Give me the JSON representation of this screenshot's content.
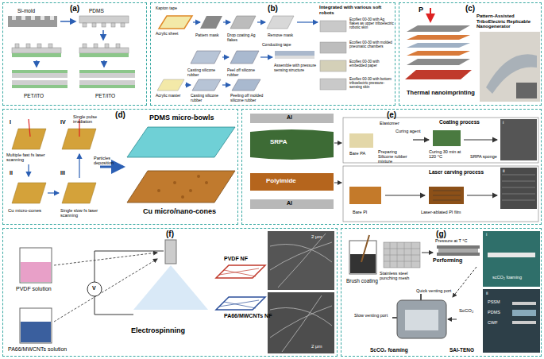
{
  "diagram": {
    "nodes": [
      {
        "text": [
          "(a)"
        ]
      },
      {
        "text": [
          "(b)"
        ]
      },
      {
        "text": [
          "(c)"
        ]
      },
      {
        "text": [
          "(d)"
        ]
      },
      {
        "text": [
          "(e)"
        ]
      },
      {
        "text": [
          "(f)"
        ]
      },
      {
        "text": [
          "(g)"
        ]
      }
    ],
    "labels": [
      "Si-mold",
      "PDMS",
      "PET/ITO",
      "PET/ITO",
      "Kapton tape",
      "Acrylic sheet",
      "Pattern mask",
      "Drop coating Ag flakes",
      "Remove mask",
      "Conducting tape",
      "Casting silicone rubber",
      "Peel off silicone rubber",
      "Assemble with pressure sensing structure",
      "Acrylic master",
      "Casting silicone rubber",
      "Peeling off molded silicone rubber",
      "Integrated with various soft robots",
      "Ecoflex 00-30 with Ag flakes as upper triboelectric robotic skin",
      "Ecoflex 00-30 with molded pneumatic chambers",
      "Ecoflex 00-30 with embedded paper",
      "Ecoflex 00-30 with bottom triboelectric pressure-sensing skin",
      "P",
      "Thermal nanoimprinting",
      "Pattern-Assisted TriboElectric Replicable Nanogenerator",
      "I",
      "Multiple fast fs laser scanning",
      "IV",
      "Single pulse irradiation",
      "Particles deposition",
      "II",
      "Cu micro-cones",
      "III",
      "Single slow fs laser scanning",
      "PDMS micro-bowls",
      "Cu micro/nano-cones",
      "Al",
      "SRPA",
      "Polyimide",
      "Al",
      "Elastomer",
      "Curing agent",
      "Coating process",
      "Bare PA",
      "Preparing Silicone rubber mixture",
      "Curing 30 min at 120 °C",
      "SRPA sponge",
      "i",
      "Laser carving process",
      "Bare PI",
      "Laser-ablated PI film",
      "ii",
      "PVDF solution",
      "PA66/MWCNTs solution",
      "V",
      "Electrospinning",
      "PVDF NF",
      "PA66/MWCNTs NF",
      "2 μm",
      "2 μm",
      "Brush coating",
      "Stainless steel punching mesh",
      "Performing",
      "Pressure at T °C",
      "Quick venting port",
      "Slow venting port",
      "ScCO₂",
      "ScCO₂ foaming",
      "SAI-TENG",
      "i",
      "scCO₂ foaming",
      "ii",
      "PSSM",
      "PDMS",
      "CWF"
    ]
  }
}
